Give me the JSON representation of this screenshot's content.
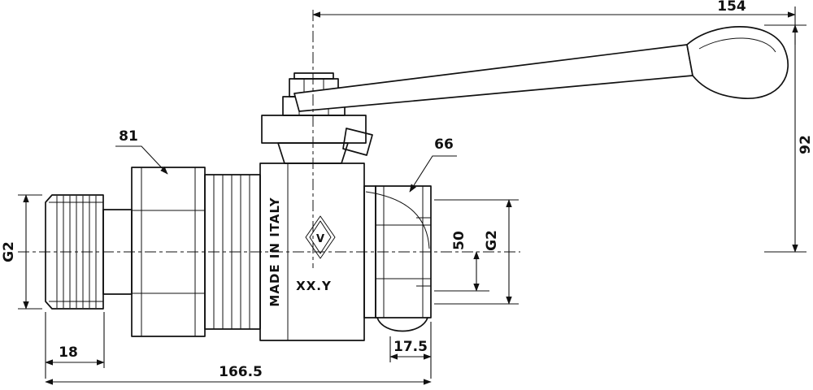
{
  "drawing": {
    "background": "#ffffff",
    "line_color": "#111111"
  },
  "labels": {
    "dim_handle_length": "154",
    "dim_handle_height": "92",
    "dim_union_nut": "81",
    "dim_body_hex": "66",
    "thread_left": "G2",
    "thread_right": "G2",
    "dim_port": "50",
    "dim_thread_left_len": "18",
    "dim_thread_right_len": "17.5",
    "dim_overall_len": "166.5",
    "made_in": "MADE IN ITALY",
    "marking": "XX.Y",
    "logo_letter": "V"
  }
}
